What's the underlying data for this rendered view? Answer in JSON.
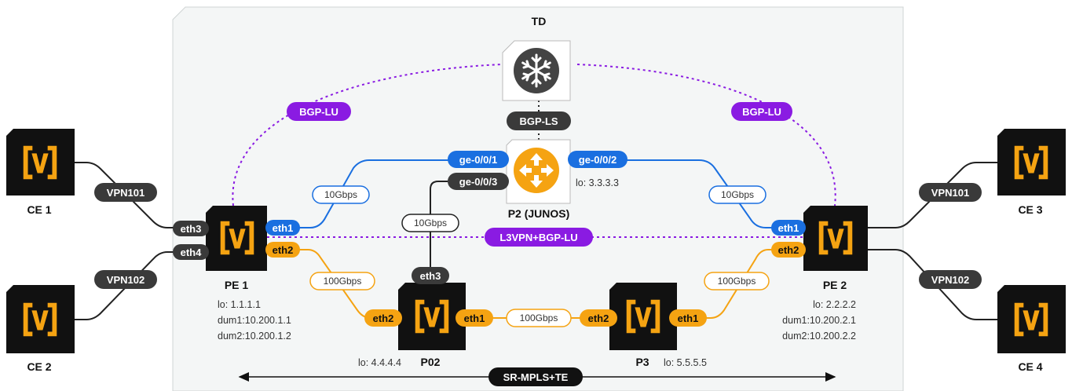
{
  "domain_title": "TD",
  "colors": {
    "blue": "#1a6fe0",
    "orange": "#f5a312",
    "purple": "#8a1be2",
    "dark": "#3a3a3a",
    "router_bg": "#111111",
    "domain_bg": "#f4f6f6"
  },
  "controller": {
    "icon": "snowflake-icon"
  },
  "p2": {
    "name": "P2 (JUNOS)",
    "lo": "lo: 3.3.3.3",
    "icon": "router-arrows-icon"
  },
  "nodes": {
    "ce1": {
      "name": "CE 1"
    },
    "ce2": {
      "name": "CE 2"
    },
    "ce3": {
      "name": "CE 3"
    },
    "ce4": {
      "name": "CE 4"
    },
    "pe1": {
      "name": "PE 1",
      "lo": "lo: 1.1.1.1",
      "dum1": "dum1:10.200.1.1",
      "dum2": "dum2:10.200.1.2"
    },
    "pe2": {
      "name": "PE 2",
      "lo": "lo: 2.2.2.2",
      "dum1": "dum1:10.200.2.1",
      "dum2": "dum2:10.200.2.2"
    },
    "p02": {
      "name": "P02",
      "lo": "lo: 4.4.4.4"
    },
    "p3": {
      "name": "P3",
      "lo": "lo: 5.5.5.5"
    }
  },
  "labels": {
    "bgp_lu_left": "BGP-LU",
    "bgp_lu_right": "BGP-LU",
    "bgp_ls": "BGP-LS",
    "l3vpn": "L3VPN+BGP-LU",
    "sr_mpls": "SR-MPLS+TE",
    "vpn101_left": "VPN101",
    "vpn102_left": "VPN102",
    "vpn101_right": "VPN101",
    "vpn102_right": "VPN102"
  },
  "interfaces": {
    "pe1_eth3": "eth3",
    "pe1_eth4": "eth4",
    "pe1_eth1": "eth1",
    "pe1_eth2": "eth2",
    "pe2_eth1": "eth1",
    "pe2_eth2": "eth2",
    "p2_ge001": "ge-0/0/1",
    "p2_ge003": "ge-0/0/3",
    "p2_ge002": "ge-0/0/2",
    "p02_eth3": "eth3",
    "p02_eth2": "eth2",
    "p02_eth1": "eth1",
    "p3_eth2": "eth2",
    "p3_eth1": "eth1"
  },
  "links": {
    "pe1_p2": "10Gbps",
    "p2_pe2": "10Gbps",
    "p2_p02": "10Gbps",
    "pe1_p02": "100Gbps",
    "p02_p3": "100Gbps",
    "p3_pe2": "100Gbps"
  }
}
